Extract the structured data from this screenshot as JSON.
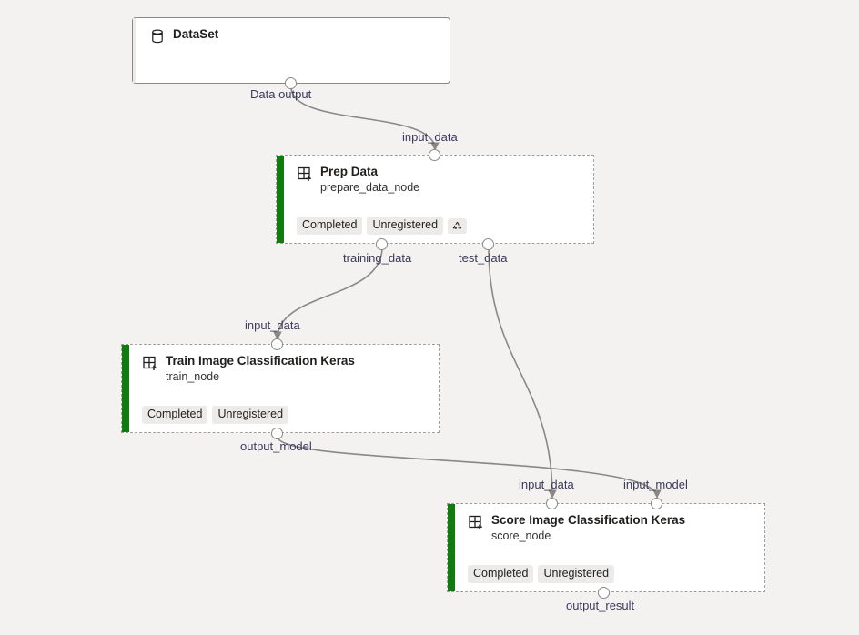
{
  "canvas": {
    "background": "#f3f2f1",
    "accent_green": "#107c10",
    "edge_color": "#8a8886",
    "label_color": "#3b3a5a"
  },
  "nodes": [
    {
      "id": "dataset",
      "title": "DataSet",
      "subtitle": "",
      "icon": "database-icon",
      "selected": false,
      "accent": "grey",
      "badges": []
    },
    {
      "id": "prep_data",
      "title": "Prep Data",
      "subtitle": "prepare_data_node",
      "icon": "table-add-icon",
      "selected": true,
      "accent": "green",
      "badges": [
        {
          "label": "Completed",
          "type": "text"
        },
        {
          "label": "Unregistered",
          "type": "text"
        },
        {
          "label": "reuse-icon",
          "type": "icon"
        }
      ]
    },
    {
      "id": "train_node",
      "title": "Train Image Classification Keras",
      "subtitle": "train_node",
      "icon": "table-add-icon",
      "selected": true,
      "accent": "green",
      "badges": [
        {
          "label": "Completed",
          "type": "text"
        },
        {
          "label": "Unregistered",
          "type": "text"
        }
      ]
    },
    {
      "id": "score_node",
      "title": "Score Image Classification Keras",
      "subtitle": "score_node",
      "icon": "table-add-icon",
      "selected": true,
      "accent": "green",
      "badges": [
        {
          "label": "Completed",
          "type": "text"
        },
        {
          "label": "Unregistered",
          "type": "text"
        }
      ]
    }
  ],
  "ports": [
    {
      "id": "dataset_out",
      "label": "Data output",
      "node": "dataset",
      "kind": "output"
    },
    {
      "id": "prep_in",
      "label": "input_data",
      "node": "prep_data",
      "kind": "input"
    },
    {
      "id": "prep_out_training",
      "label": "training_data",
      "node": "prep_data",
      "kind": "output"
    },
    {
      "id": "prep_out_test",
      "label": "test_data",
      "node": "prep_data",
      "kind": "output"
    },
    {
      "id": "train_in",
      "label": "input_data",
      "node": "train_node",
      "kind": "input"
    },
    {
      "id": "train_out",
      "label": "output_model",
      "node": "train_node",
      "kind": "output"
    },
    {
      "id": "score_in_data",
      "label": "input_data",
      "node": "score_node",
      "kind": "input"
    },
    {
      "id": "score_in_model",
      "label": "input_model",
      "node": "score_node",
      "kind": "input"
    },
    {
      "id": "score_out",
      "label": "output_result",
      "node": "score_node",
      "kind": "output"
    }
  ],
  "edges": [
    {
      "from": "dataset_out",
      "to": "prep_in"
    },
    {
      "from": "prep_out_training",
      "to": "train_in"
    },
    {
      "from": "prep_out_test",
      "to": "score_in_data"
    },
    {
      "from": "train_out",
      "to": "score_in_model"
    }
  ],
  "labels": {
    "dataset_out": "Data output",
    "prep_in": "input_data",
    "prep_out_training": "training_data",
    "prep_out_test": "test_data",
    "train_in": "input_data",
    "train_out": "output_model",
    "score_in_data": "input_data",
    "score_in_model": "input_model",
    "score_out": "output_result"
  }
}
